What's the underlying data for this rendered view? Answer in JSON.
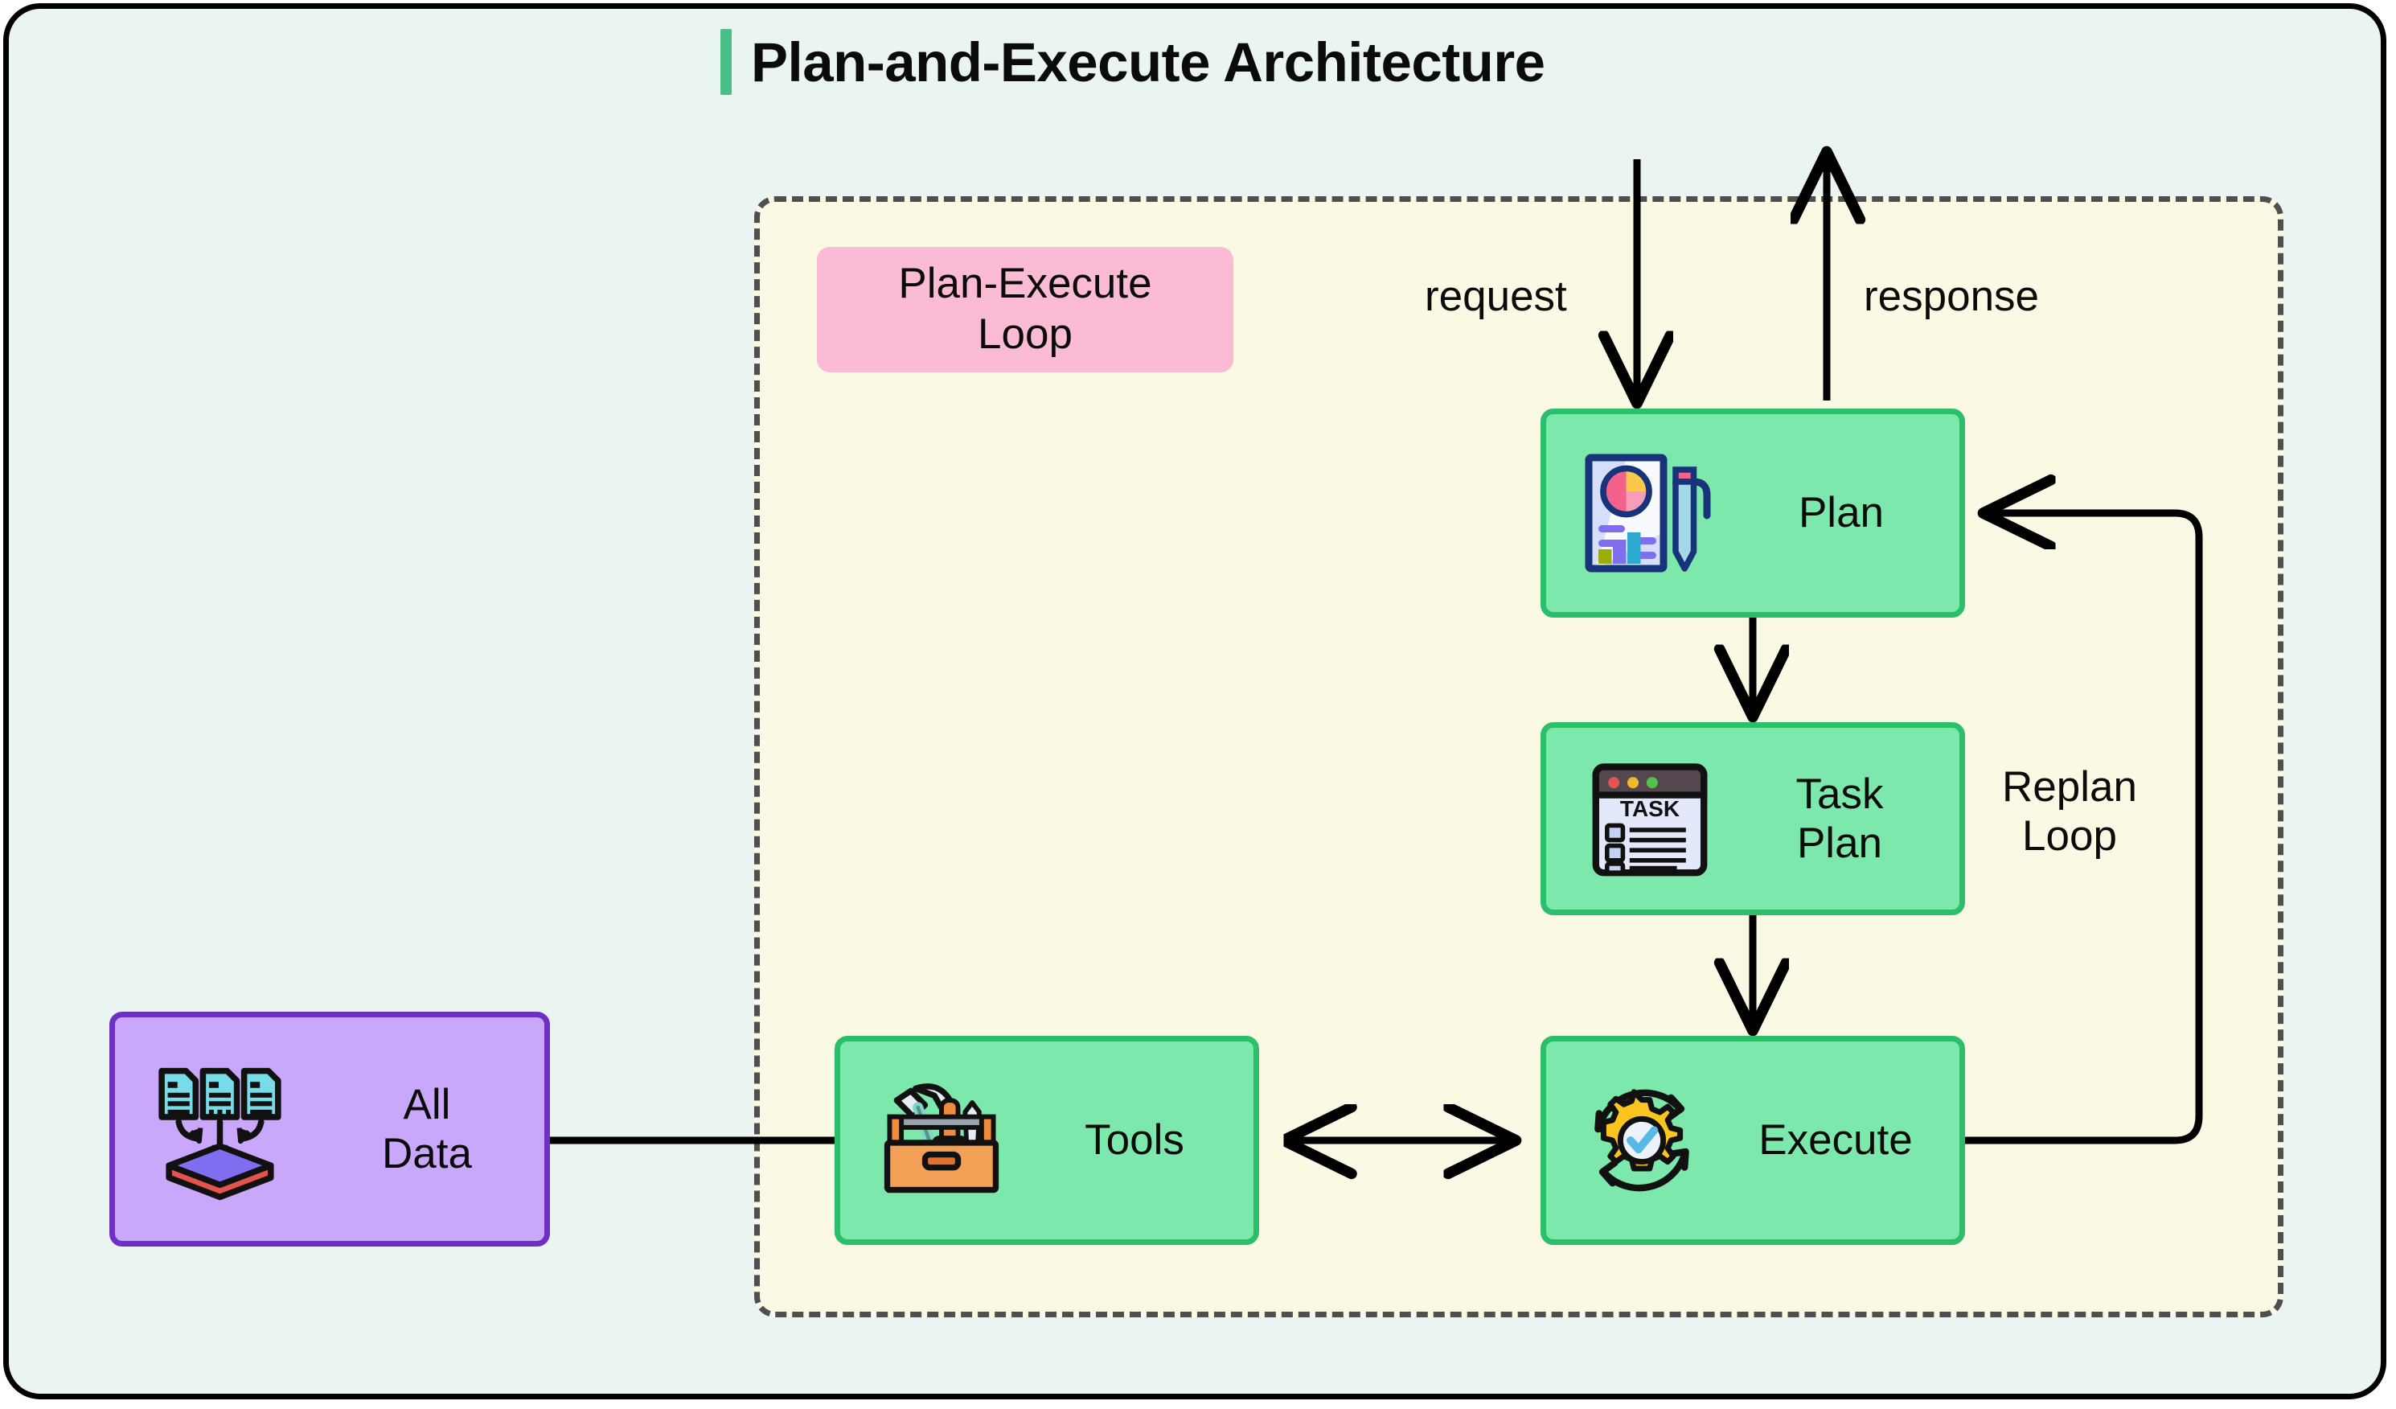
{
  "page": {
    "title": "Plan-and-Execute Architecture",
    "background_color": "#EAF4F0",
    "frame_border_color": "#000000",
    "title_accent_color": "#49BE85"
  },
  "loop_container": {
    "label": "Plan-Execute\nLoop",
    "label_line1": "Plan-Execute",
    "label_line2": "Loop",
    "fill_color": "#FBF8E4",
    "border_color": "#4F4F4F",
    "label_fill_color": "#FBBBD4"
  },
  "nodes": [
    {
      "id": "plan",
      "label": "Plan",
      "icon": "document-chart-pen-icon",
      "fill_color": "#7DE8AC",
      "border_color": "#2BBF6A"
    },
    {
      "id": "task-plan",
      "label": "Task\nPlan",
      "label_line1": "Task",
      "label_line2": "Plan",
      "icon": "task-checklist-window-icon",
      "icon_text": "TASK",
      "fill_color": "#7DE8AC",
      "border_color": "#2BBF6A"
    },
    {
      "id": "execute",
      "label": "Execute",
      "icon": "gear-check-refresh-icon",
      "fill_color": "#7DE8AC",
      "border_color": "#2BBF6A"
    },
    {
      "id": "tools",
      "label": "Tools",
      "icon": "toolbox-icon",
      "fill_color": "#7DE8AC",
      "border_color": "#2BBF6A"
    },
    {
      "id": "all-data",
      "label": "All\nData",
      "label_line1": "All",
      "label_line2": "Data",
      "icon": "documents-to-datastore-icon",
      "fill_color": "#C9A7FB",
      "border_color": "#6D2FC4"
    }
  ],
  "edges": [
    {
      "id": "request",
      "label": "request",
      "from": "external",
      "to": "plan",
      "direction": "down"
    },
    {
      "id": "response",
      "label": "response",
      "from": "plan",
      "to": "external",
      "direction": "up"
    },
    {
      "id": "plan-to-taskplan",
      "label": "",
      "from": "plan",
      "to": "task-plan",
      "direction": "down"
    },
    {
      "id": "taskplan-to-execute",
      "label": "",
      "from": "task-plan",
      "to": "execute",
      "direction": "down"
    },
    {
      "id": "replan",
      "label": "Replan\nLoop",
      "label_line1": "Replan",
      "label_line2": "Loop",
      "from": "execute",
      "to": "plan",
      "direction": "loop-right"
    },
    {
      "id": "tools-execute",
      "label": "",
      "from": "tools",
      "to": "execute",
      "direction": "bidirectional"
    },
    {
      "id": "alldata-tools",
      "label": "",
      "from": "all-data",
      "to": "tools",
      "direction": "plain-line"
    }
  ]
}
